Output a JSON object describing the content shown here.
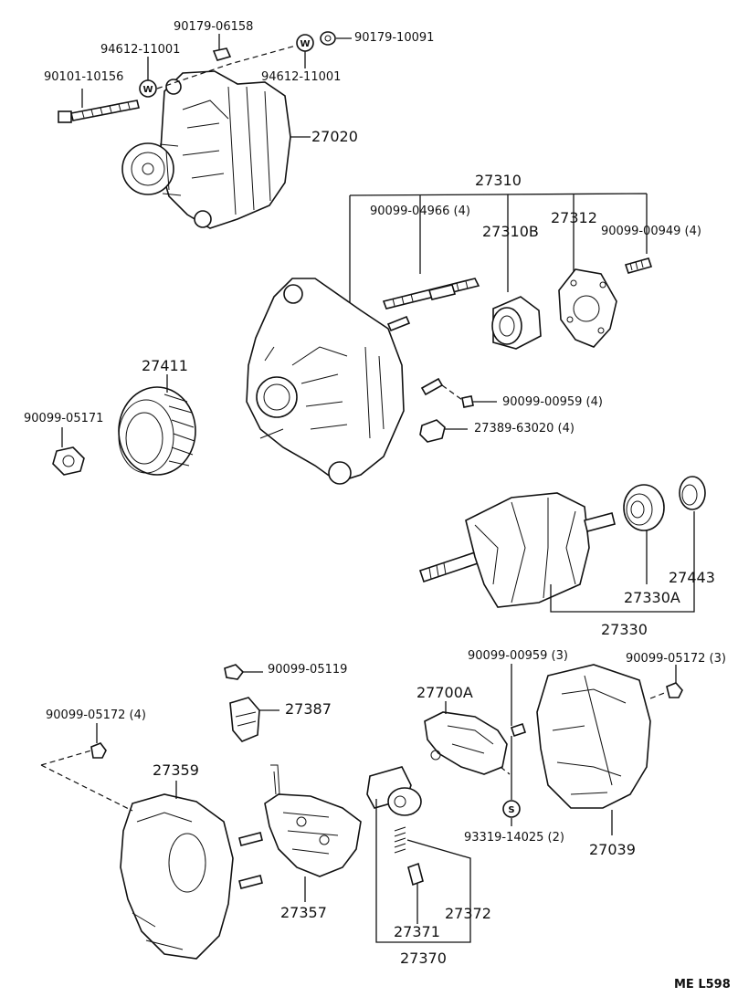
{
  "labels": {
    "p90179_06158": "90179-06158",
    "p94612_11001_a": "94612-11001",
    "p90179_10091": "90179-10091",
    "p90101_10156": "90101-10156",
    "p94612_11001_b": "94612-11001",
    "p27020": "27020",
    "p27310": "27310",
    "p90099_04966": "90099-04966 (4)",
    "p27310B": "27310B",
    "p27312": "27312",
    "p90099_00949": "90099-00949 (4)",
    "p27411": "27411",
    "p90099_05171": "90099-05171",
    "p90099_00959_a": "90099-00959 (4)",
    "p27389_63020": "27389-63020 (4)",
    "p27443": "27443",
    "p27330A": "27330A",
    "p27330": "27330",
    "p90099_05119": "90099-05119",
    "p90099_00959_b": "90099-00959 (3)",
    "p90099_05172_a": "90099-05172 (3)",
    "p27387": "27387",
    "p27700A": "27700A",
    "p90099_05172_b": "90099-05172 (4)",
    "p27359": "27359",
    "p93319_14025": "93319-14025 (2)",
    "p27039": "27039",
    "p27357": "27357",
    "p27372": "27372",
    "p27371": "27371",
    "p27370": "27370",
    "footer": "ME  L598"
  },
  "markers": {
    "washer_w": "W",
    "spacer_s": "S"
  }
}
